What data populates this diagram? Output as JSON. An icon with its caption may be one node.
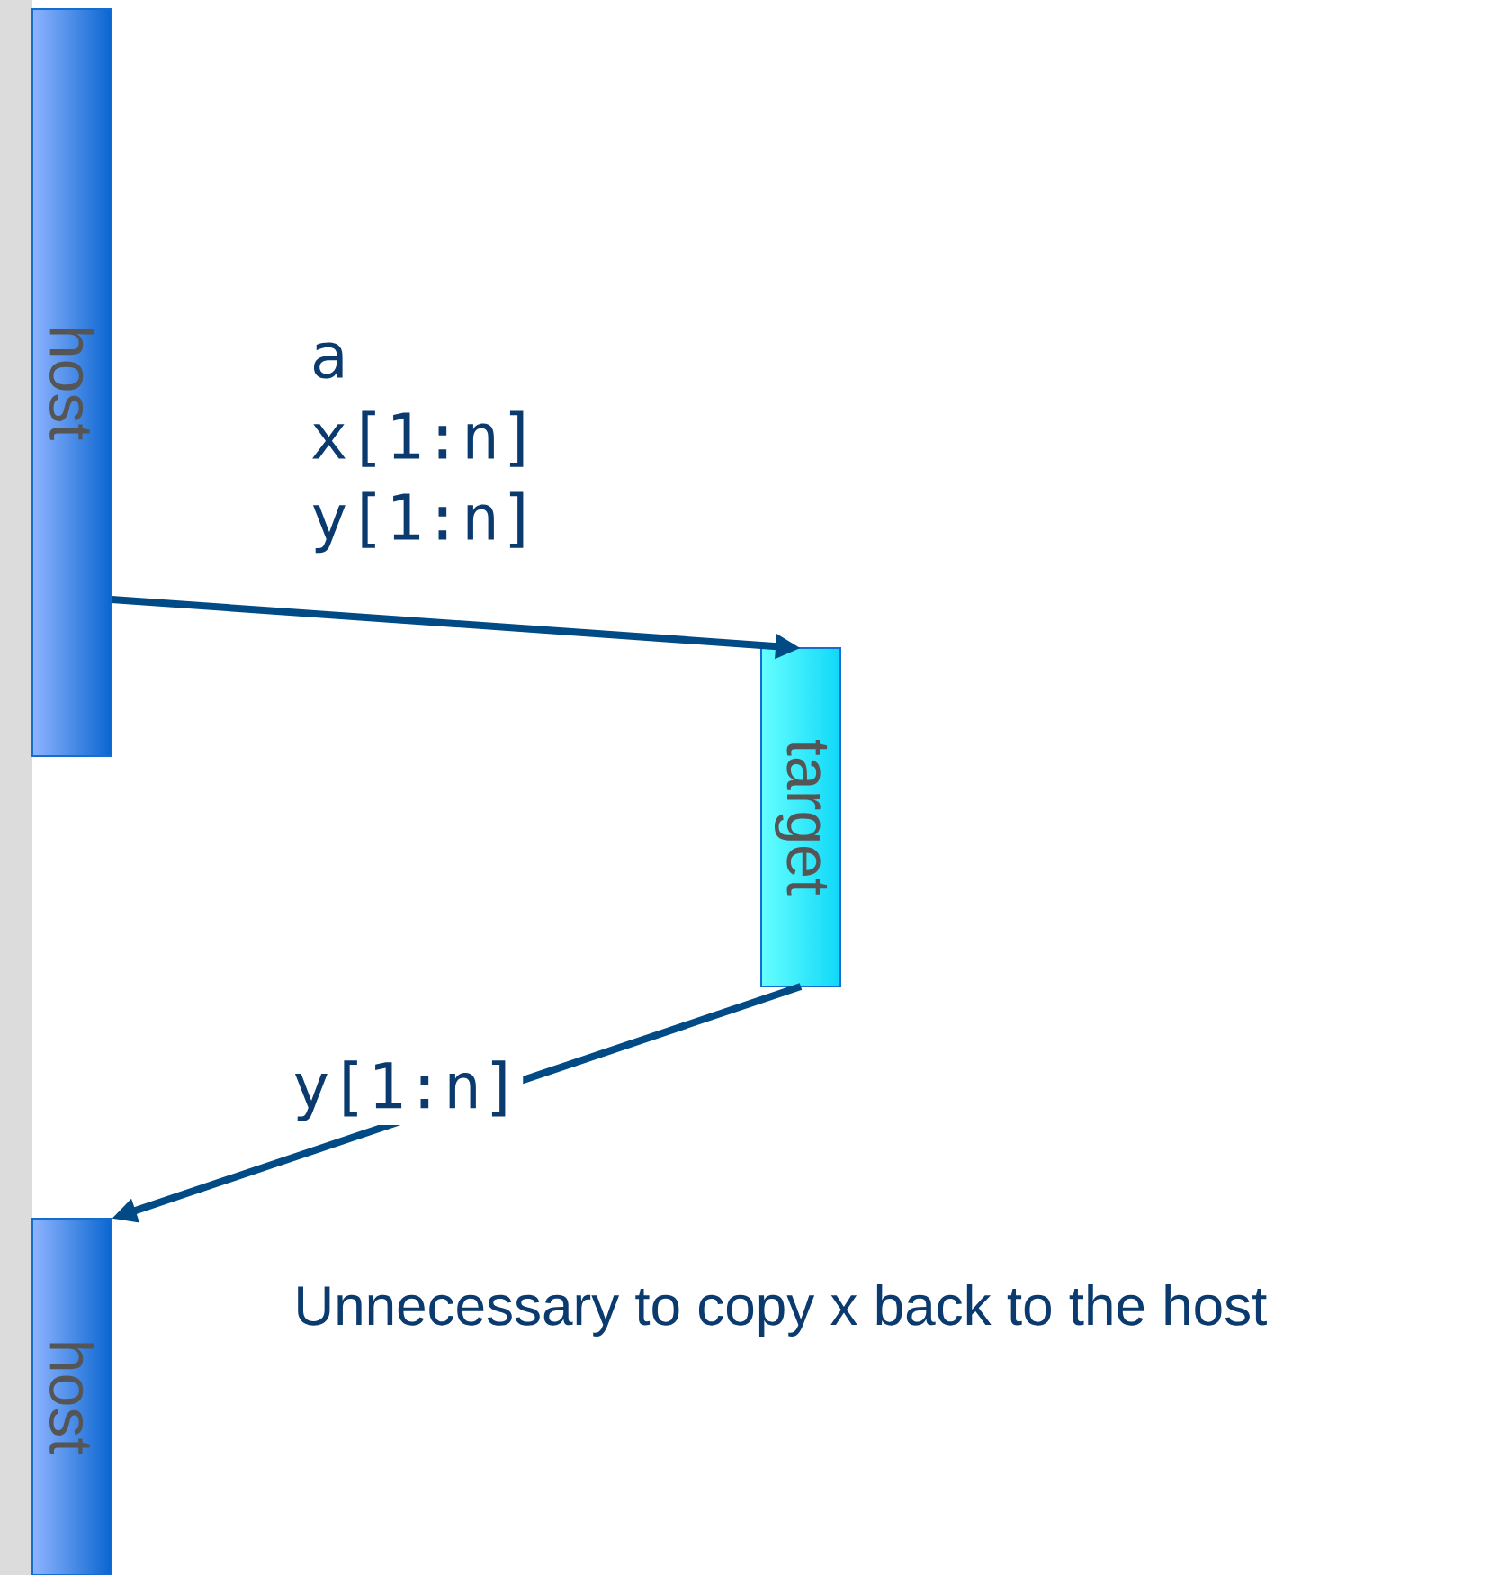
{
  "diagram": {
    "nodes": [
      {
        "text": [
          "host"
        ]
      },
      {
        "text": [
          "target"
        ]
      },
      {
        "text": [
          "host"
        ]
      }
    ],
    "edges": [
      {
        "from": 0,
        "to": 1,
        "arrow": "to",
        "label": "a x[1:n] y[1:n]"
      },
      {
        "from": 1,
        "to": 2,
        "arrow": "to",
        "label": "y[1:n]"
      }
    ],
    "labels": [
      "Unnecessary to copy x back to the host"
    ]
  }
}
